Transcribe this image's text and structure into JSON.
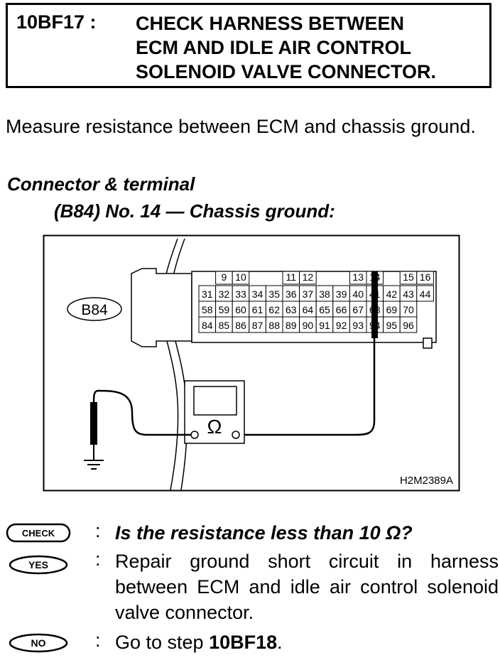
{
  "header": {
    "step": "10BF17 :",
    "title_lines": [
      "CHECK HARNESS BETWEEN",
      "ECM AND IDLE AIR CONTROL",
      "SOLENOID VALVE CONNECTOR."
    ]
  },
  "intro": "Measure resistance between ECM and chassis ground.",
  "connector": {
    "heading": "Connector & terminal",
    "terminal": "(B84) No. 14 — Chassis ground:"
  },
  "figure": {
    "connector_label": "B84",
    "meter_symbol": "Ω",
    "code": "H2M2389A",
    "top_numbers": [
      "9",
      "10",
      "11",
      "12",
      "13",
      "14",
      "15",
      "16"
    ],
    "rows": [
      [
        "31",
        "32",
        "33",
        "34",
        "35",
        "36",
        "37",
        "38",
        "39",
        "40",
        "41",
        "42",
        "43",
        "44"
      ],
      [
        "58",
        "59",
        "60",
        "61",
        "62",
        "63",
        "64",
        "65",
        "66",
        "67",
        "68",
        "69",
        "70"
      ],
      [
        "84",
        "85",
        "86",
        "87",
        "88",
        "89",
        "90",
        "91",
        "92",
        "93",
        "94",
        "95",
        "96"
      ]
    ]
  },
  "decision": {
    "check_badge": "CHECK",
    "yes_badge": "YES",
    "no_badge": "NO",
    "colon": ":",
    "question": "Is the resistance less than 10 Ω?",
    "yes_text": "Repair ground short circuit in harness between ECM and idle air control solenoid valve connector.",
    "no_prefix": "Go to step ",
    "no_step": "10BF18",
    "no_suffix": "."
  }
}
